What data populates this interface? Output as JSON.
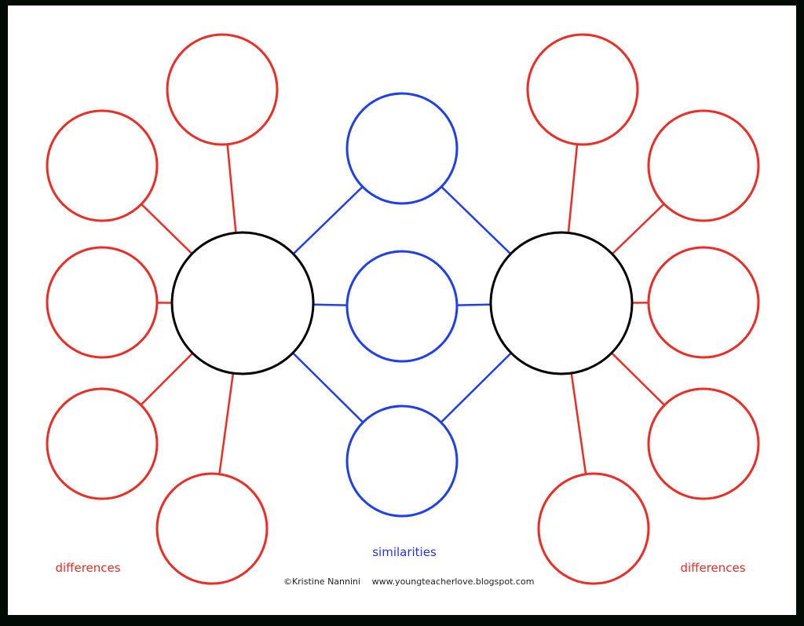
{
  "colors": {
    "difference": "#ef2b24",
    "similarity": "#1f3ef2",
    "topic": "#000000"
  },
  "labels": {
    "differences_left": "differences",
    "differences_right": "differences",
    "similarities": "similarities"
  },
  "footer": {
    "copyright": "©Kristine Nannini",
    "website": "www.youngteacherlove.blogspot.com"
  }
}
